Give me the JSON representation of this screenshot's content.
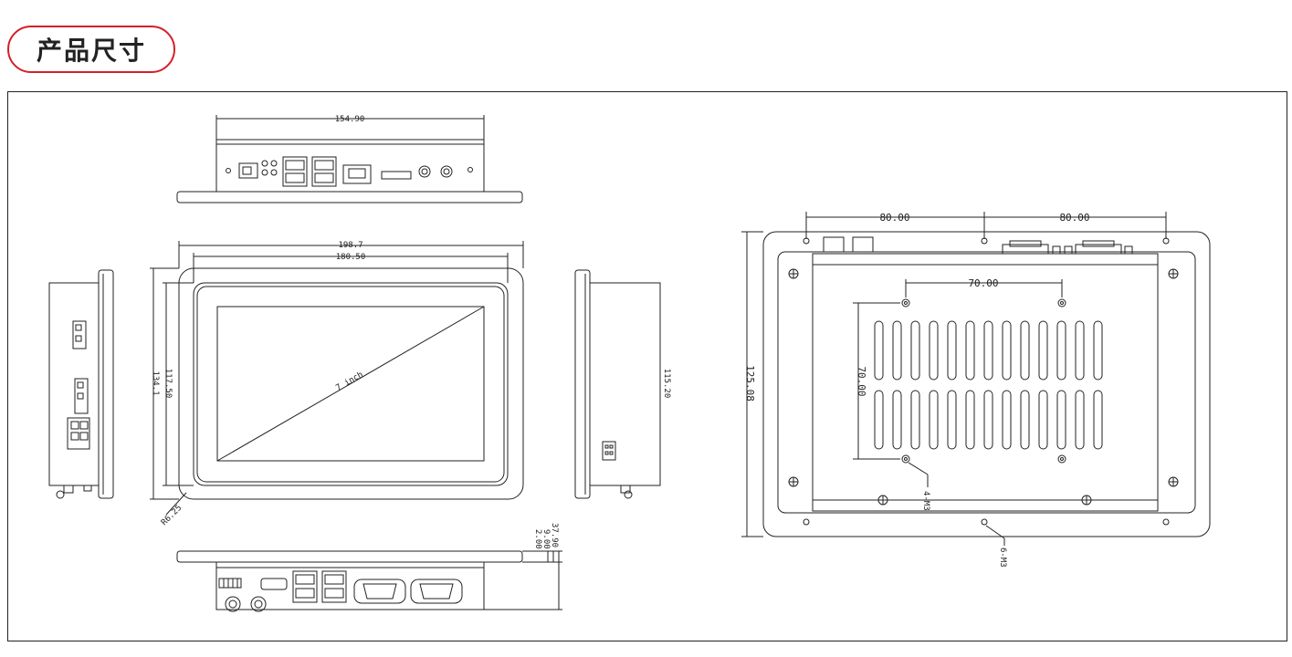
{
  "header": {
    "title": "产品尺寸"
  },
  "dimensions": {
    "top_width": "154.90",
    "front_outer_width": "198.7",
    "front_inner_width": "180.50",
    "front_outer_height": "134.1",
    "front_inner_height": "117.50",
    "corner_radius": "R6.25",
    "screen_size": "7 inch",
    "side_height": "115.20",
    "depth_total": "37.90",
    "depth_a": "9.00",
    "depth_b": "2.00",
    "rear_hole_spacing_left": "80.00",
    "rear_hole_spacing_right": "80.00",
    "rear_height": "125.08",
    "vesa_horizontal": "70.00",
    "vesa_vertical": "70.00",
    "vesa_screws": "4-M3",
    "edge_screws": "6-M3"
  },
  "colors": {
    "accent": "#d3202a",
    "line": "#222222"
  }
}
